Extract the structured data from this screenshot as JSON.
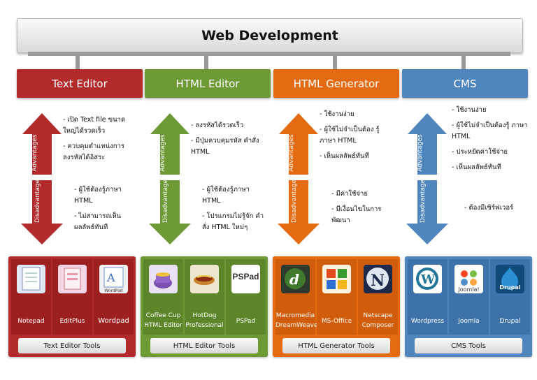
{
  "title": "Web Development",
  "colors": {
    "red": "#b22a2a",
    "green": "#6e9a35",
    "orange": "#e46b11",
    "blue": "#4f86be"
  },
  "columns": [
    {
      "name": "Text Editor",
      "advantages_label": "Advantages",
      "disadvantage_label": "Disadvantage",
      "advantages": [
        "- เปิด Text file ขนาดใหญ่ได้รวดเร็ว",
        "- ควบคุมตำแหน่งการ ลงรหัสได้อิสระ"
      ],
      "disadvantages": [
        "- ผู้ใช้ต้องรู้ภาษา HTML",
        "- ไม่สามารถเห็น ผลลัพธ์ทันที"
      ],
      "tools": [
        {
          "name": "Notepad",
          "icon": "notepad-icon"
        },
        {
          "name": "EditPlus",
          "icon": "editplus-icon"
        },
        {
          "name": "Wordpad",
          "icon": "wordpad-icon",
          "caption": "WordPad"
        }
      ],
      "tools_label": "Text Editor Tools"
    },
    {
      "name": "HTML Editor",
      "advantages_label": "Advantages",
      "disadvantage_label": "Disadvantage",
      "advantages": [
        "- ลงรหัสได้รวดเร็ว",
        "- มีปุ่มควบคุมรหัส คำสั่ง HTML"
      ],
      "disadvantages": [
        "- ผู้ใช้ต้องรู้ภาษา HTML",
        "- โปรแกรมไม่รู้จัก คำสั่ง HTML ใหม่ๆ"
      ],
      "tools": [
        {
          "name": "Coffee Cup HTML Editor",
          "line1": "Coffee Cup",
          "line2": "HTML Editor",
          "icon": "coffeecup-icon"
        },
        {
          "name": "HotDog Professional",
          "line1": "HotDog",
          "line2": "Professional",
          "icon": "hotdog-icon"
        },
        {
          "name": "PSPad",
          "icon": "pspad-icon",
          "caption": "PSPad"
        }
      ],
      "tools_label": "HTML Editor Tools"
    },
    {
      "name": "HTML Generator",
      "advantages_label": "Advantages",
      "disadvantage_label": "Disadvantage",
      "advantages": [
        "- ใช้งานง่าย",
        "- ผู้ใช้ไม่จำเป็นต้อง รู้ภาษา HTML",
        "- เห็นผลลัพธ์ทันที"
      ],
      "disadvantages": [
        "- มีค่าใช้จ่าย",
        "- มีเงื่อนไขในการ พัฒนา"
      ],
      "tools": [
        {
          "name": "Macromedia DreamWeaver",
          "line1": "Macromedia",
          "line2": "DreamWeaver",
          "icon": "dreamweaver-icon"
        },
        {
          "name": "MS-Office",
          "icon": "ms-office-icon"
        },
        {
          "name": "Netscape Composer",
          "line1": "Netscape",
          "line2": "Composer",
          "icon": "netscape-icon"
        }
      ],
      "tools_label": "HTML Generator Tools"
    },
    {
      "name": "CMS",
      "advantages_label": "Advantages",
      "disadvantage_label": "Disadvantage",
      "advantages": [
        "- ใช้งานง่าย",
        "- ผู้ใช้ไม่จำเป็นต้องรู้ ภาษา HTML",
        "- ประหยัดค่าใช้จ่าย",
        "- เห็นผลลัพธ์ทันที"
      ],
      "disadvantages": [
        "- ต้องมีเซิร์ฟเวอร์"
      ],
      "tools": [
        {
          "name": "Wordpress",
          "icon": "wordpress-icon"
        },
        {
          "name": "Joomla",
          "icon": "joomla-icon",
          "caption": "Joomla!"
        },
        {
          "name": "Drupal",
          "icon": "drupal-icon",
          "caption": "Drupal"
        }
      ],
      "tools_label": "CMS Tools"
    }
  ]
}
